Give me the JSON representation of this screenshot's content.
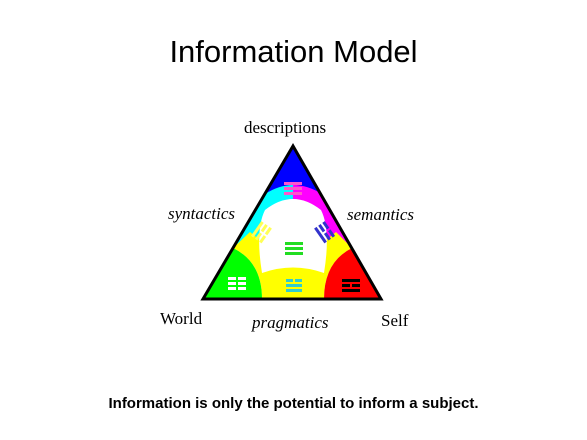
{
  "title": "Information Model",
  "diagram": {
    "top_label": "descriptions",
    "left_edge_label": "syntactics",
    "right_edge_label": "semantics",
    "bottom_edge_label": "pragmatics",
    "bottom_left_label": "World",
    "bottom_right_label": "Self",
    "colors": {
      "top": "#0000ff",
      "left_top": "#00ffff",
      "right_top": "#ff00ff",
      "bottom_left": "#00ff00",
      "bottom_mid": "#ffff00",
      "bottom_right": "#ff0000",
      "center": "#ffffff"
    },
    "trigram_icons": [
      "trigram-top",
      "trigram-left",
      "trigram-right",
      "trigram-center",
      "trigram-bottom-left",
      "trigram-bottom-mid",
      "trigram-bottom-right"
    ]
  },
  "caption": "Information is only the potential to inform a subject."
}
